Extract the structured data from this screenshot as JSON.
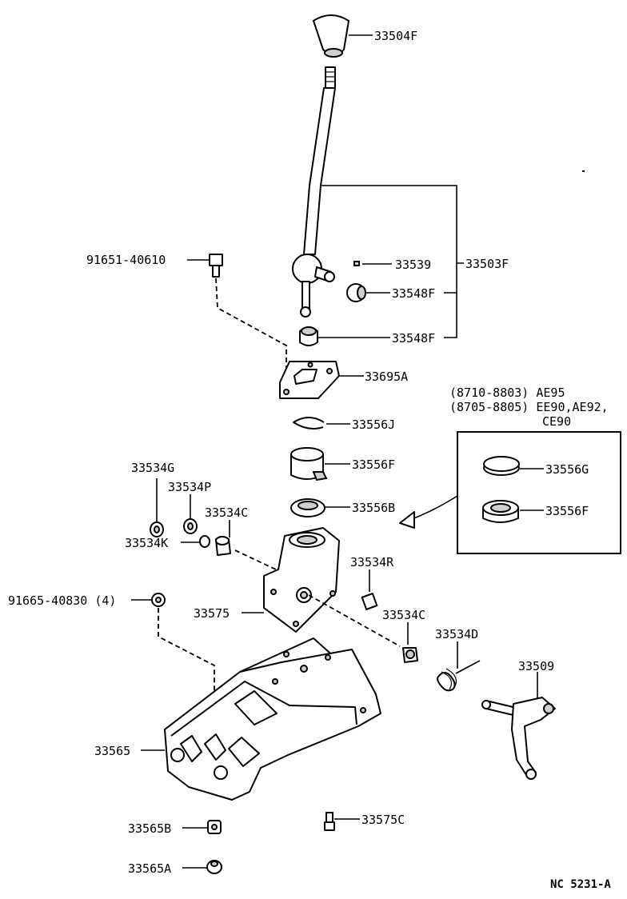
{
  "callouts": {
    "knob": "33504F",
    "lever_assy": "33503F",
    "lever_pin": "33539",
    "bush_upper": "33548F",
    "bush_lower": "33548F",
    "bolt_top": "91651-40610",
    "retainer_plate": "33695A",
    "snap_ring": "33556J",
    "seat_f": "33556F",
    "seat_b": "33556B",
    "inset_seat_g": "33556G",
    "inset_seat_f": "33556F",
    "clip_g": "33534G",
    "washer_p": "33534P",
    "bush_c_left": "33534C",
    "washer_k": "33534K",
    "nut_bottom": "91665-40830 (4)",
    "pin_r": "33534R",
    "bush_c_right": "33534C",
    "housing": "33575",
    "spring_d": "33534D",
    "shift_lever": "33509",
    "base": "33565",
    "nut_565b": "33565B",
    "bolt_575c": "33575C",
    "collar_565a": "33565A"
  },
  "inset_notes": [
    "(8710-8803) AE95",
    "(8705-8805) EE90,AE92,",
    "CE90"
  ],
  "reference": "NC 5231-A"
}
